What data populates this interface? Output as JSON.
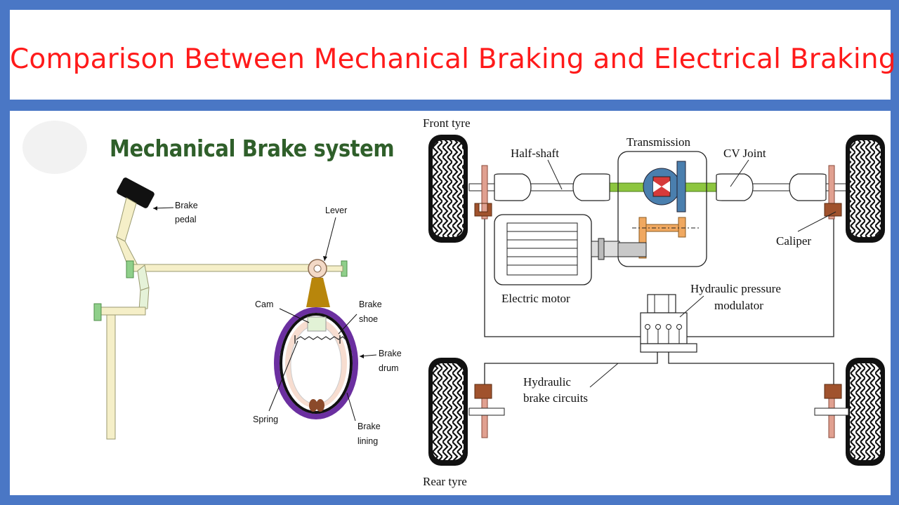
{
  "title": "Comparison Between Mechanical Braking and Electrical Braking",
  "left_panel": {
    "heading": "Mechanical Brake system",
    "labels": {
      "brake_pedal": [
        "Brake",
        "pedal"
      ],
      "lever": "Lever",
      "cam": "Cam",
      "brake_shoe": [
        "Brake",
        "shoe"
      ],
      "brake_drum": [
        "Brake",
        "drum"
      ],
      "spring": "Spring",
      "brake_lining": [
        "Brake",
        "lining"
      ]
    }
  },
  "right_panel": {
    "labels": {
      "front_tyre": "Front tyre",
      "half_shaft": "Half-shaft",
      "transmission": "Transmission",
      "cv_joint": "CV Joint",
      "caliper": "Caliper",
      "electric_motor": "Electric motor",
      "hydraulic_modulator": [
        "Hydraulic pressure",
        "modulator"
      ],
      "hydraulic_circuits": [
        "Hydraulic",
        "brake circuits"
      ],
      "rear_tyre": "Rear tyre"
    }
  },
  "colors": {
    "frame": "#4a77c5",
    "title": "#ff1a1a",
    "heading": "#2f5f2a",
    "drum": "#6b2fa0",
    "shaft_green": "#8dc63f",
    "caliper": "#a0522d",
    "tyre": "#111111"
  }
}
